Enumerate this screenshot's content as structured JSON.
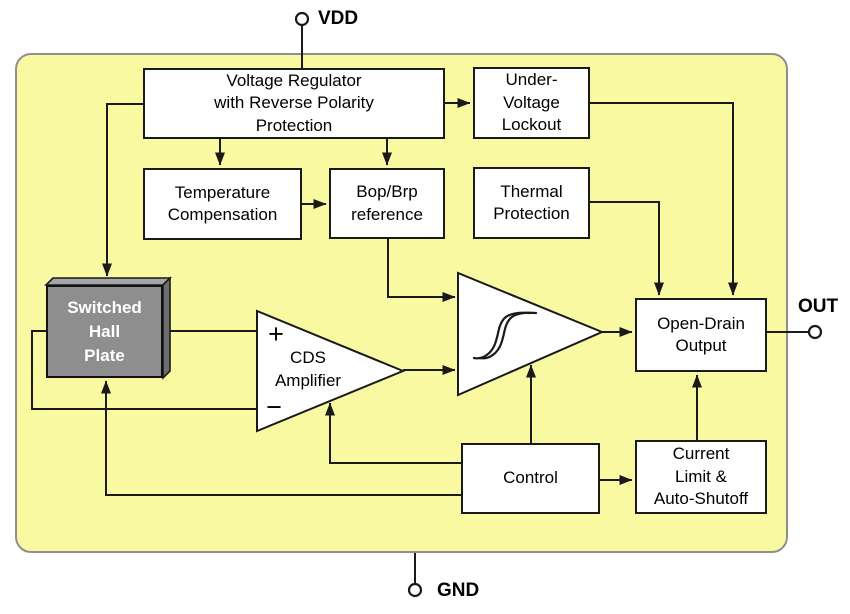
{
  "diagram": {
    "pins": {
      "vdd": {
        "label": "VDD"
      },
      "gnd": {
        "label": "GND"
      },
      "out": {
        "label": "OUT"
      }
    },
    "blocks": {
      "voltage_regulator": {
        "line1": "Voltage Regulator",
        "line2": "with Reverse Polarity",
        "line3": "Protection"
      },
      "under_voltage_lockout": {
        "line1": "Under-",
        "line2": "Voltage",
        "line3": "Lockout"
      },
      "temperature_compensation": {
        "line1": "Temperature",
        "line2": "Compensation"
      },
      "bop_brp_reference": {
        "line1": "Bop/Brp",
        "line2": "reference"
      },
      "thermal_protection": {
        "line1": "Thermal",
        "line2": "Protection"
      },
      "switched_hall_plate": {
        "line1": "Switched",
        "line2": "Hall",
        "line3": "Plate"
      },
      "cds_amplifier": {
        "line1": "CDS",
        "line2": "Amplifier",
        "plus": "+",
        "minus": "−"
      },
      "open_drain_output": {
        "line1": "Open-Drain",
        "line2": "Output"
      },
      "control": {
        "line1": "Control"
      },
      "current_limit": {
        "line1": "Current",
        "line2": "Limit &",
        "line3": "Auto-Shutoff"
      }
    },
    "colors": {
      "panel_fill": "#F9F9A2",
      "panel_border": "#8F8F8F",
      "wire": "#1A1A1A",
      "block_fill": "#FFFFFF",
      "hall_front": "#8E8E8E",
      "hall_top": "#A6A6A6",
      "hall_side": "#6E6E6E",
      "text": "#000000",
      "hall_text": "#FFFFFF"
    }
  }
}
